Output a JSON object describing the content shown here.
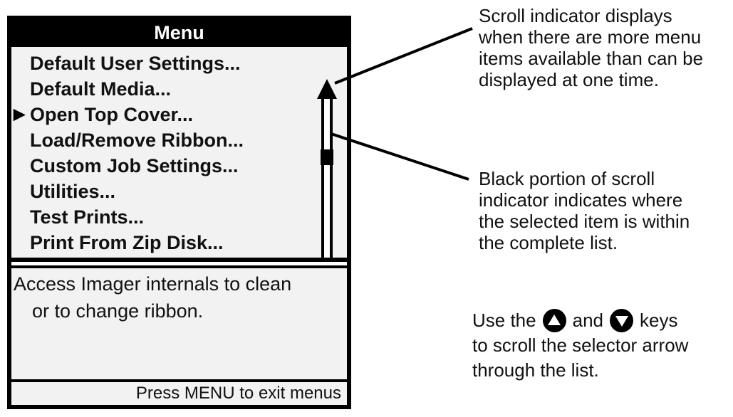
{
  "menu_screen": {
    "title": "Menu",
    "selector_arrow": "▶",
    "items": [
      {
        "label": "Default User Settings...",
        "selected": false
      },
      {
        "label": "Default Media...",
        "selected": false
      },
      {
        "label": "Open Top Cover...",
        "selected": true
      },
      {
        "label": "Load/Remove Ribbon...",
        "selected": false
      },
      {
        "label": "Custom Job Settings...",
        "selected": false
      },
      {
        "label": "Utilities...",
        "selected": false
      },
      {
        "label": "Test Prints...",
        "selected": false
      },
      {
        "label": "Print From Zip Disk...",
        "selected": false
      }
    ],
    "description_lines": [
      "Access Imager internals to clean",
      "or to change ribbon."
    ],
    "status_bar": "Press MENU to exit menus"
  },
  "annotations": {
    "scroll_indicator": {
      "lines": [
        "Scroll indicator displays",
        "when there are more menu",
        "items available than can be",
        "displayed at one time."
      ]
    },
    "black_portion": {
      "lines": [
        "Black portion of scroll",
        "indicator indicates where",
        "the selected item is within",
        "the complete list."
      ]
    },
    "keys": {
      "before": "Use the",
      "between": "and",
      "after": "keys",
      "line2": "to scroll the selector arrow",
      "line3": "through the list."
    }
  },
  "icons": {
    "up_key": "up-arrow-key",
    "down_key": "down-arrow-key",
    "scroll_indicator": "vertical-double-arrow"
  },
  "colors": {
    "screen_background": "#f2f2f2",
    "title_bar": "#000000",
    "title_text": "#ffffff",
    "text": "#111111"
  }
}
